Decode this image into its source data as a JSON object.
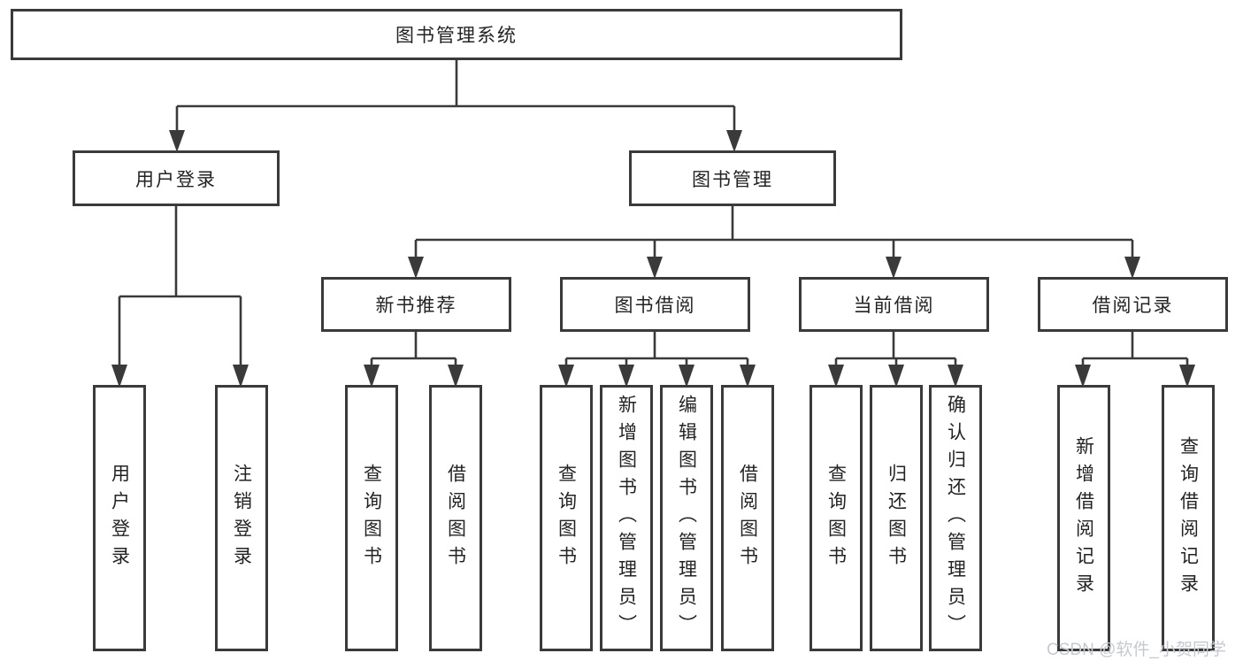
{
  "tree": {
    "root": {
      "label": "图书管理系统"
    },
    "level2": {
      "user_login": {
        "label": "用户登录"
      },
      "book_mgmt": {
        "label": "图书管理"
      }
    },
    "level3": {
      "new_books": {
        "label": "新书推荐"
      },
      "book_borrow": {
        "label": "图书借阅"
      },
      "current_borrow": {
        "label": "当前借阅"
      },
      "borrow_records": {
        "label": "借阅记录"
      }
    },
    "leaves": {
      "user_login": [
        "用户登录",
        "注销登录"
      ],
      "new_books": [
        "查询图书",
        "借阅图书"
      ],
      "book_borrow": [
        "查询图书",
        "新增图书（管理员）",
        "编辑图书（管理员）",
        "借阅图书"
      ],
      "current_borrow": [
        "查询图书",
        "归还图书",
        "确认归还（管理员）"
      ],
      "borrow_records": [
        "新增借阅记录",
        "查询借阅记录"
      ]
    }
  },
  "watermark": {
    "text": "CSDN @软件_小贺同学"
  },
  "colors": {
    "line": "#3a3a3a",
    "text": "#232323",
    "background": "#ffffff",
    "watermark": "#c6c9d0"
  }
}
